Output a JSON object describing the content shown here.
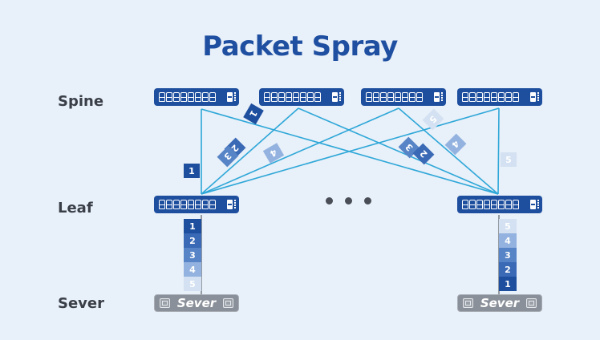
{
  "title": "Packet Spray",
  "tiers": {
    "spine": "Spine",
    "leaf": "Leaf",
    "server": "Sever"
  },
  "colors": {
    "background": "#e8f0f9",
    "switch": "#1e4f9e",
    "link": "#2ea7d8",
    "server": "#8a9099",
    "packet_shades": [
      "#1e4f9e",
      "#3a69b5",
      "#5784c6",
      "#93b2df",
      "#d3e1f2"
    ]
  },
  "spine_switches": [
    {
      "id": "spine-1",
      "ports": 8,
      "icon": "switch-icon"
    },
    {
      "id": "spine-2",
      "ports": 8,
      "icon": "switch-icon"
    },
    {
      "id": "spine-3",
      "ports": 8,
      "icon": "switch-icon"
    },
    {
      "id": "spine-4",
      "ports": 8,
      "icon": "switch-icon"
    }
  ],
  "leaf_switches": [
    {
      "id": "leaf-left",
      "ports": 8,
      "icon": "switch-icon"
    },
    {
      "id": "leaf-right",
      "ports": 8,
      "icon": "switch-icon"
    }
  ],
  "ellipsis": "more leaf switches (• • •)",
  "servers": [
    {
      "id": "server-left",
      "label": "Sever",
      "gpu_icon_label": "GPU"
    },
    {
      "id": "server-right",
      "label": "Sever",
      "gpu_icon_label": "GPU"
    }
  ],
  "links": [
    {
      "from": "leaf-left",
      "to": "spine-1"
    },
    {
      "from": "leaf-left",
      "to": "spine-2"
    },
    {
      "from": "leaf-left",
      "to": "spine-3"
    },
    {
      "from": "leaf-left",
      "to": "spine-4"
    },
    {
      "from": "leaf-right",
      "to": "spine-1"
    },
    {
      "from": "leaf-right",
      "to": "spine-2"
    },
    {
      "from": "leaf-right",
      "to": "spine-3"
    },
    {
      "from": "leaf-right",
      "to": "spine-4"
    }
  ],
  "in_flight_packets": [
    {
      "label": "1",
      "shade": 0,
      "path": "leaf-left to spine-1"
    },
    {
      "label": "1",
      "shade": 0,
      "path": "spine-1 to leaf-right"
    },
    {
      "label": "2",
      "shade": 1,
      "path": "leaf-left to spine-2"
    },
    {
      "label": "3",
      "shade": 2,
      "path": "leaf-left to spine-2"
    },
    {
      "label": "4",
      "shade": 3,
      "path": "leaf-left to spine-3"
    },
    {
      "label": "3",
      "shade": 2,
      "path": "spine-2 to leaf-right"
    },
    {
      "label": "2",
      "shade": 1,
      "path": "spine-2 to leaf-right"
    },
    {
      "label": "4",
      "shade": 3,
      "path": "spine-3 to leaf-right"
    },
    {
      "label": "5",
      "shade": 4,
      "path": "spine-3 to leaf-right"
    },
    {
      "label": "5",
      "shade": 4,
      "path": "spine-4 to leaf-right"
    }
  ],
  "left_queue": [
    "1",
    "2",
    "3",
    "4",
    "5"
  ],
  "right_queue": [
    "5",
    "4",
    "3",
    "2",
    "1"
  ]
}
